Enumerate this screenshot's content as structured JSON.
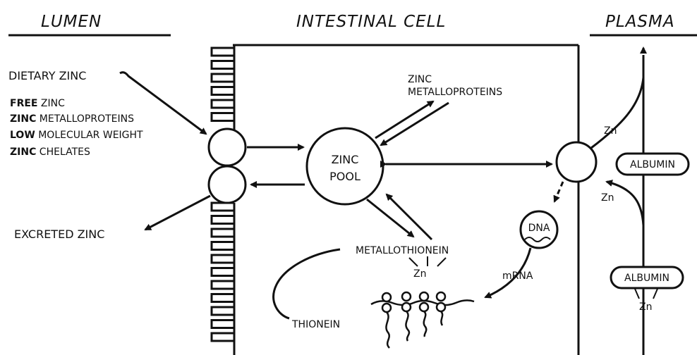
{
  "headers": {
    "lumen": "LUMEN",
    "intestinal_cell": "INTESTINAL CELL",
    "plasma": "PLASMA"
  },
  "lumen": {
    "dietary_zinc": "DIETARY ZINC",
    "free_zinc": {
      "bold": "FREE",
      "rest": " ZINC"
    },
    "zinc_metalloproteins": {
      "bold": "ZINC",
      "rest": " METALLOPROTEINS"
    },
    "low_mw": {
      "bold": "LOW",
      "rest": " MOLECULAR WEIGHT"
    },
    "zinc_chelates": {
      "bold": "ZINC",
      "rest": " CHELATES"
    },
    "excreted_zinc": "EXCRETED ZINC"
  },
  "cell": {
    "zinc_metalloproteins_line1": "ZINC",
    "zinc_metalloproteins_line2": "METALLOPROTEINS",
    "pool_line1": "ZINC",
    "pool_line2": "POOL",
    "metallothionein": "METALLOTHIONEIN",
    "mt_zn": "Zn",
    "dna": "DNA",
    "mrna": "mRNA",
    "thionein": "THIONEIN"
  },
  "plasma": {
    "zn_upper": "Zn",
    "zn_lower": "Zn",
    "albumin_upper": "ALBUMIN",
    "albumin_lower": "ALBUMIN",
    "albumin_zn": "Zn"
  }
}
